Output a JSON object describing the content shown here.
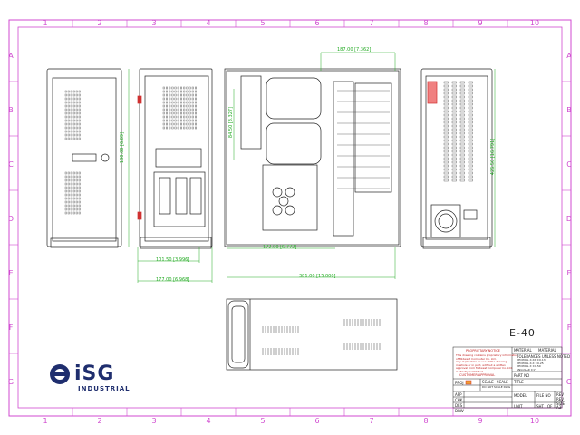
{
  "title_block": {
    "model": "E-40",
    "logo_brand": "iSG",
    "logo_sub": "INDUSTRIAL",
    "proprietary_heading": "PROPRIETARY NOTICE",
    "proprietary_lines": [
      "This drawing contains proprietary information",
      "of Midwest Computer Co. Ltd.",
      "Any duplication or use of the drawing",
      "in whole or in part, without a written",
      "approval from Midwest Computer Co. Ltd.",
      "is strictly prohibited."
    ],
    "customer_approval": "CUSTOMER APPROVAL",
    "material_label": "MATERIAL",
    "material_value": "MATERIAL",
    "tolerances": "TOLERANCES UNLESS NOTED",
    "tol_lines": [
      "DECIMAL X.XX ±0.13",
      "DECIMAL X.X ±0.25",
      "DECIMAL X ±0.50",
      "ANGULAR ±1°"
    ],
    "part_no": "PART NO",
    "proj": "PROJ",
    "scale": "SCALE",
    "scale_val": "SCALE",
    "no_scale": "DO NOT SCALE DWG",
    "title": "TITLE",
    "app": "APP",
    "chk": "CHK",
    "des": "DES",
    "drw": "DRW",
    "model_lbl": "MODEL",
    "file_no": "FILE NO",
    "rev": "REV",
    "rev_val": "REV",
    "unit": "UNIT",
    "sht": "SHT",
    "of": "OF",
    "size": "SIZE",
    "size_val": "A3"
  },
  "dimensions": {
    "top_width": "187.00 [7.362]",
    "height_side": "180.00 [6.89]",
    "height_front": "84.50 [3.327]",
    "width_lower": "101.50 [3.996]",
    "width_front": "177.00 [6.968]",
    "depth_inner": "172.00 [6.772]",
    "depth_total": "381.00 [15.000]",
    "height_rear": "426.50 [16.791]"
  },
  "grid": {
    "columns": [
      "1",
      "2",
      "3",
      "4",
      "5",
      "6",
      "7",
      "8",
      "9",
      "10"
    ],
    "rows": [
      "A",
      "B",
      "C",
      "D",
      "E",
      "F",
      "G"
    ]
  },
  "colors": {
    "border": "#d04ad0",
    "dim": "#22aa22",
    "line": "#222222",
    "accent": "#d03030",
    "logo": "#1f2e6e"
  }
}
